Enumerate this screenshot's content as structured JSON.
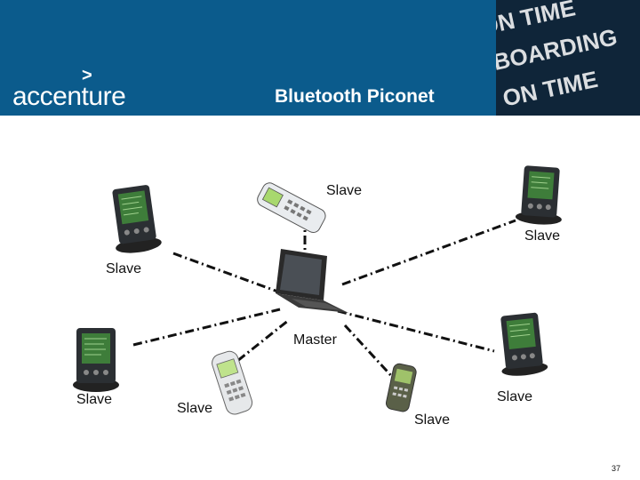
{
  "header": {
    "brand": "accenture",
    "brand_mark": ">",
    "title": "Bluetooth Piconet",
    "banner_lines": [
      "ON TIME",
      "BOARDING",
      "ON TIME"
    ],
    "bg_color": "#0b5b8c"
  },
  "diagram": {
    "master": {
      "label": "Master",
      "icon": "laptop-icon"
    },
    "slaves": [
      {
        "label": "Slave",
        "icon": "cell-phone-icon"
      },
      {
        "label": "Slave",
        "icon": "pda-icon"
      },
      {
        "label": "Slave",
        "icon": "pda-icon"
      },
      {
        "label": "Slave",
        "icon": "pda-icon"
      },
      {
        "label": "Slave",
        "icon": "cell-phone-icon"
      },
      {
        "label": "Slave",
        "icon": "cell-phone-icon"
      },
      {
        "label": "Slave",
        "icon": "pda-icon"
      }
    ],
    "link_style": "dash-dot"
  },
  "footer": {
    "page_number": "37"
  }
}
